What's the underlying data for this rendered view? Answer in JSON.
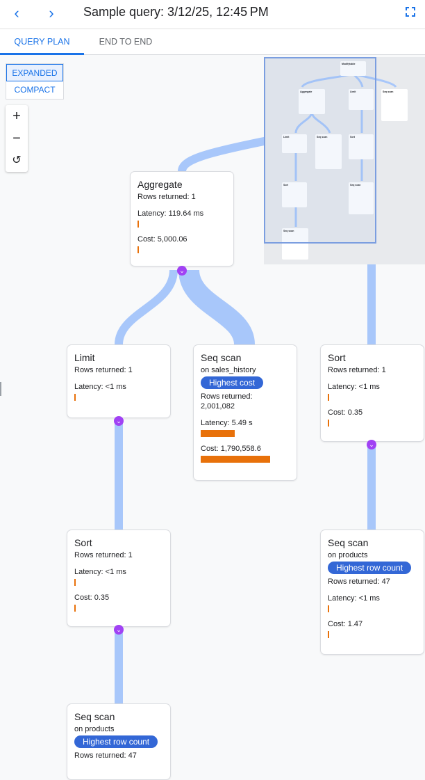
{
  "header": {
    "title": "Sample query: 3/12/25, 12:45 PM",
    "back_icon": "chevron-left-icon",
    "forward_icon": "chevron-right-icon",
    "fullscreen_icon": "fullscreen-icon"
  },
  "tabs": [
    {
      "label": "QUERY PLAN",
      "active": true
    },
    {
      "label": "END TO END",
      "active": false
    }
  ],
  "view_mode": {
    "options": [
      "EXPANDED",
      "COMPACT"
    ],
    "selected": "EXPANDED"
  },
  "zoom_controls": {
    "zoom_in": "+",
    "zoom_out": "−",
    "reset": "↺"
  },
  "colors": {
    "accent": "#1a73e8",
    "badge": "#3367d6",
    "bar": "#e8710a",
    "edge": "#a8c7fa",
    "expand": "#a142f4"
  },
  "nodes": {
    "aggregate": {
      "title": "Aggregate",
      "rows": "Rows returned: 1",
      "latency": "Latency: 119.64 ms",
      "cost": "Cost: 5,000.06"
    },
    "limit": {
      "title": "Limit",
      "rows": "Rows returned: 1",
      "latency": "Latency: <1 ms"
    },
    "seq_sales": {
      "title": "Seq scan",
      "on": "on sales_history",
      "badge": "Highest cost",
      "rows": "Rows returned:",
      "rows_value": "2,001,082",
      "latency": "Latency: 5.49 s",
      "cost": "Cost: 1,790,558.6"
    },
    "sort_right": {
      "title": "Sort",
      "rows": "Rows returned: 1",
      "latency": "Latency: <1 ms",
      "cost": "Cost: 0.35"
    },
    "sort_left": {
      "title": "Sort",
      "rows": "Rows returned: 1",
      "latency": "Latency: <1 ms",
      "cost": "Cost: 0.35"
    },
    "seq_products_right": {
      "title": "Seq scan",
      "on": "on products",
      "badge": "Highest row count",
      "rows": "Rows returned: 47",
      "latency": "Latency: <1 ms",
      "cost": "Cost: 1.47"
    },
    "seq_products_bottom": {
      "title": "Seq scan",
      "on": "on products",
      "badge": "Highest row count",
      "rows": "Rows returned: 47"
    }
  },
  "minimap": {
    "nodes": [
      "Modifytable",
      "Aggregate",
      "Limit",
      "Seq scan",
      "Limit",
      "Seq scan",
      "Sort",
      "Sort",
      "Seq scan",
      "Seq scan"
    ]
  }
}
